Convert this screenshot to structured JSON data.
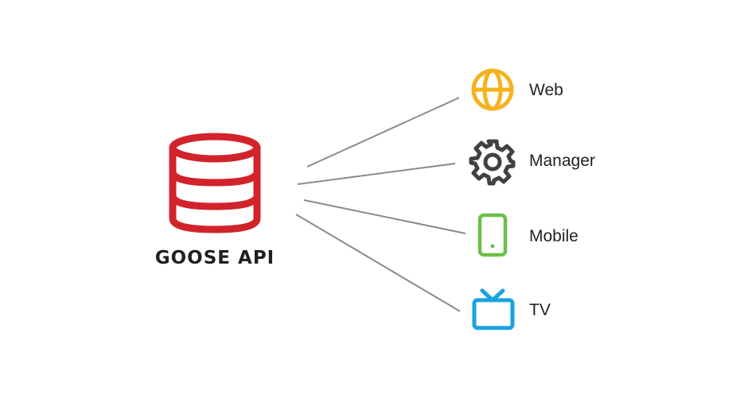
{
  "hub": {
    "label": "GOOSE API",
    "icon": "database-icon",
    "color": "#d2232a"
  },
  "connector_color": "#8a8a8a",
  "clients": [
    {
      "label": "Web",
      "icon": "globe-icon",
      "color": "#f5b21c"
    },
    {
      "label": "Manager",
      "icon": "gear-icon",
      "color": "#414042"
    },
    {
      "label": "Mobile",
      "icon": "mobile-phone-icon",
      "color": "#6cc04a"
    },
    {
      "label": "TV",
      "icon": "tv-icon",
      "color": "#1aa3dd"
    }
  ]
}
